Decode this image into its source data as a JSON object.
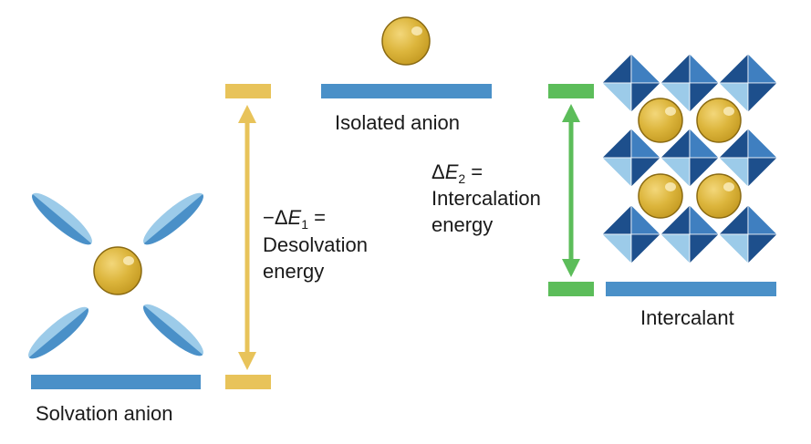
{
  "labels": {
    "isolated_anion": "Isolated anion",
    "solvation_anion": "Solvation anion",
    "intercalant": "Intercalant",
    "desolvation": {
      "prefix": "−Δ",
      "symbol": "E",
      "subscript": "1",
      "equals": " =",
      "line1": "Desolvation",
      "line2": "energy"
    },
    "intercalation": {
      "prefix": "Δ",
      "symbol": "E",
      "subscript": "2",
      "equals": " =",
      "line1": "Intercalation",
      "line2": "energy"
    }
  },
  "colors": {
    "level_bar": "#4a90c8",
    "desolvation_marker": "#e8c35a",
    "intercalation_marker": "#5cbd5a",
    "anion_fill": "#d8b23a",
    "anion_stroke": "#8a6a12",
    "solvent_light": "#9ccbe9",
    "solvent_dark": "#4a90c8",
    "octa_dark": "#1d4f8c",
    "octa_mid": "#3f7fc0",
    "octa_light": "#9ccbe9"
  }
}
